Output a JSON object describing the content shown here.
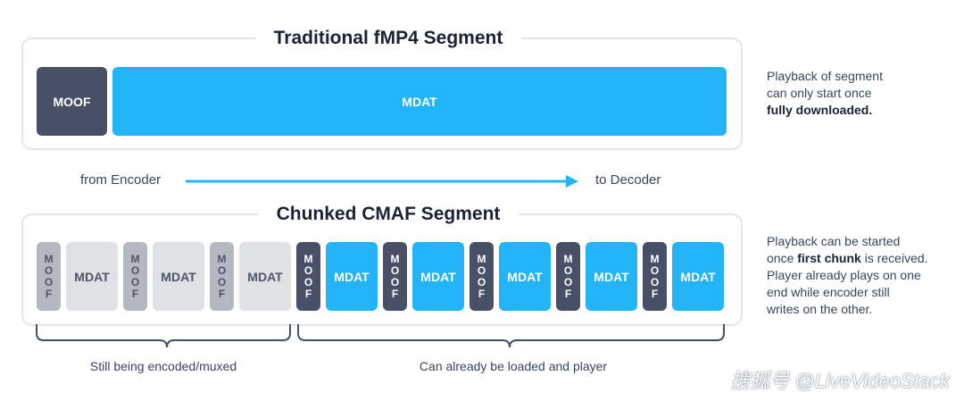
{
  "traditional": {
    "title": "Traditional fMP4 Segment",
    "moof": "MOOF",
    "mdat": "MDAT",
    "note": {
      "line1": "Playback of segment",
      "line2": "can only start once",
      "line3_bold": "fully downloaded."
    }
  },
  "flow": {
    "from": "from Encoder",
    "to": "to Decoder"
  },
  "cmaf": {
    "title": "Chunked CMAF Segment",
    "moof_letters": [
      "M",
      "O",
      "O",
      "F"
    ],
    "mdat": "MDAT",
    "chunks": [
      {
        "state": "encoding"
      },
      {
        "state": "encoding"
      },
      {
        "state": "encoding"
      },
      {
        "state": "ready"
      },
      {
        "state": "ready"
      },
      {
        "state": "ready"
      },
      {
        "state": "ready"
      },
      {
        "state": "ready"
      }
    ],
    "note": {
      "line1": "Playback can be started",
      "line2_pre": "once ",
      "line2_bold": "first chunk",
      "line2_post": " is received.",
      "line3": "Player already plays on one",
      "line4": "end while encoder still",
      "line5": "writes on the other."
    },
    "brace_left": "Still being encoded/muxed",
    "brace_right": "Can already be loaded and player"
  },
  "watermark": "搜狐号 @LiveVideoStack",
  "colors": {
    "dark_moof": "#475067",
    "blue_mdat": "#22b4f6",
    "gray_moof": "#b4b8c1",
    "pale_mdat": "#dfe1e5",
    "arrow": "#22b4f6"
  }
}
